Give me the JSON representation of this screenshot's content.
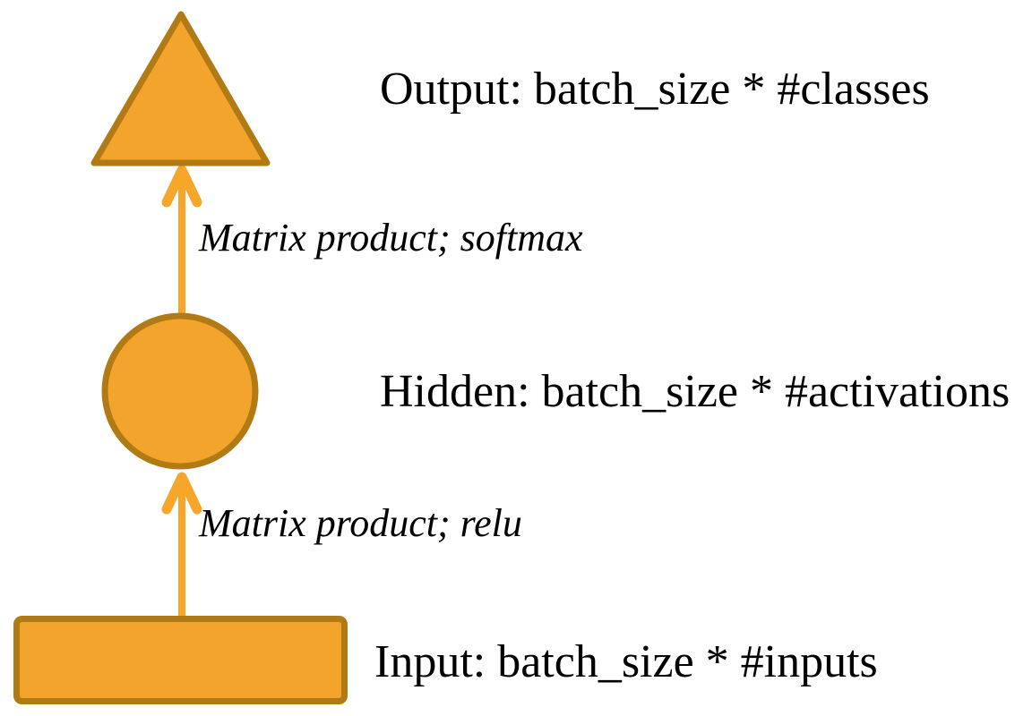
{
  "diagram": {
    "type": "neural-network-layer-diagram",
    "colors": {
      "shape_fill": "#F3A42C",
      "shape_stroke": "#B27A15",
      "arrow": "#F5A62B",
      "text": "#000000",
      "background": "#FFFFFF"
    },
    "nodes": [
      {
        "id": "output",
        "shape": "triangle",
        "label": "Output: batch_size * #classes"
      },
      {
        "id": "hidden",
        "shape": "circle",
        "label": "Hidden: batch_size * #activations"
      },
      {
        "id": "input",
        "shape": "rectangle",
        "label": "Input: batch_size * #inputs"
      }
    ],
    "edges": [
      {
        "from": "hidden",
        "to": "output",
        "label": "Matrix product; softmax"
      },
      {
        "from": "input",
        "to": "hidden",
        "label": "Matrix product; relu"
      }
    ]
  }
}
